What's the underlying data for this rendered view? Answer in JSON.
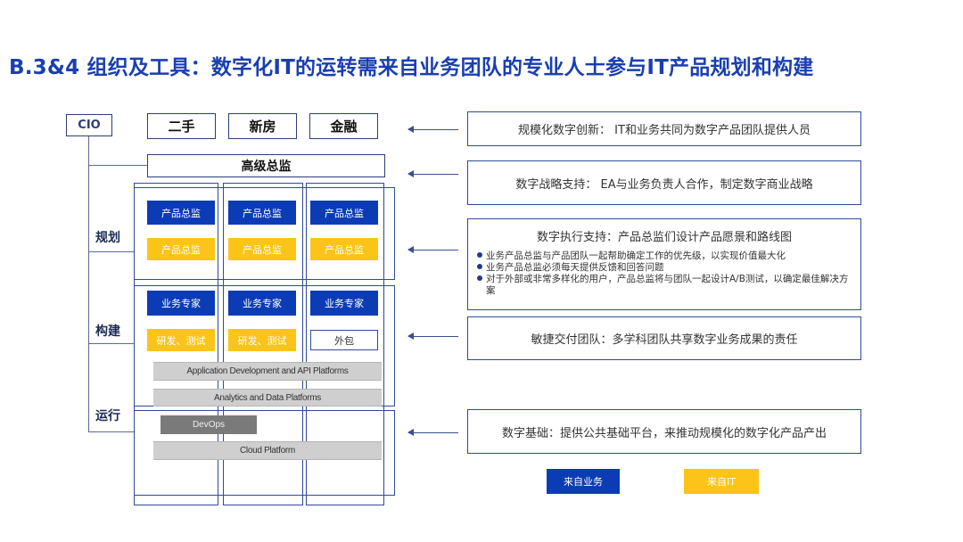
{
  "title": "B.3&4 组织及工具：数字化IT的运转需来自业务团队的专业人士参与IT产品规划和构建",
  "org": {
    "cio": "CIO",
    "units": [
      "二手",
      "新房",
      "金融"
    ],
    "senior_director": "高级总监",
    "side_labels": {
      "plan": "规划",
      "build": "构建",
      "run": "运行"
    },
    "plan_rows": {
      "business": [
        "产品总监",
        "产品总监",
        "产品总监"
      ],
      "it": [
        "产品总监",
        "产品总监",
        "产品总监"
      ]
    },
    "build_rows": {
      "business": [
        "业务专家",
        "业务专家",
        "业务专家"
      ],
      "it": [
        "研发、测试",
        "研发、测试"
      ],
      "outsourced": "外包"
    },
    "platforms": {
      "app_dev": "Application Development and API Platforms",
      "analytics": "Analytics and Data Platforms",
      "devops": "DevOps",
      "cloud": "Cloud Platform"
    }
  },
  "notes": {
    "scale_innovation": "规模化数字创新：  IT和业务共同为数字产品团队提供人员",
    "strategy_support": "数字战略支持：  EA与业务负责人合作，制定数字商业战略",
    "execution_title": "数字执行支持：产品总监们设计产品愿景和路线图",
    "execution_bullets": [
      "业务产品总监与产品团队一起帮助确定工作的优先级，以实现价值最大化",
      "业务产品总监必须每天提供反馈和回答问题",
      "对于外部或非常多样化的用户，产品总监将与团队一起设计A/B测试，以确定最佳解决方案"
    ],
    "agile_team": "敏捷交付团队：多学科团队共享数字业务成果的责任",
    "digital_foundation": "数字基础：提供公共基础平台，来推动规模化的数字化产品产出"
  },
  "legend": {
    "business": "来自业务",
    "it": "来自IT"
  },
  "colors": {
    "title": "#1a3fb0",
    "business_blue": "#0c3cb5",
    "it_yellow": "#fcc419",
    "platform_grey": "#cfcfcf",
    "devops_grey": "#7a7a7a"
  }
}
